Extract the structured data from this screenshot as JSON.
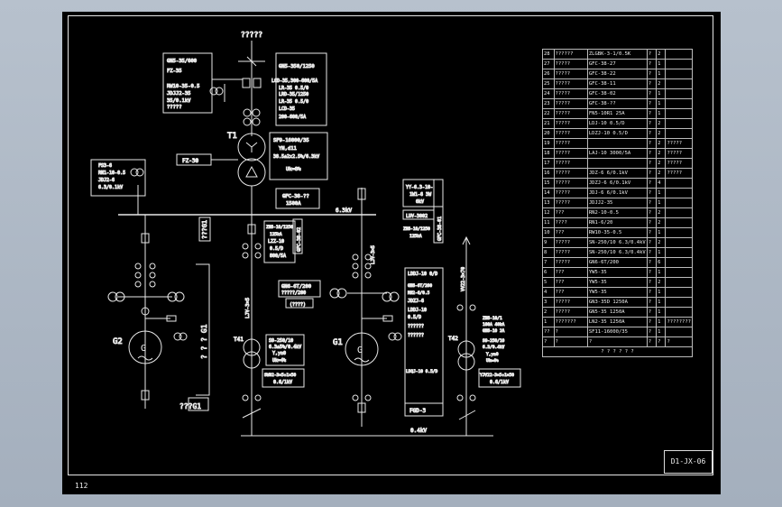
{
  "drawing_code": "D1-JX-06",
  "page_number": "112",
  "top_label": "?????",
  "labels": {
    "gn5_box": [
      "GN5-35/600",
      "FZ-35",
      "RW10-35-0.5",
      "JDJJ2-35",
      "35/0.1kV",
      "?????"
    ],
    "hv_right": [
      "GN5-350/1250",
      "LCD-35,300-600/5A",
      "LR-35  0.5/0",
      "LRD-35/1250",
      "LR-35  0.5/0",
      "LCD-35",
      "200-600/5A"
    ],
    "t1": "T1",
    "t1_spec": [
      "SF9-16000/35",
      "YN,d11",
      "38.5±2x2.5%/6.3kV",
      "Uk=8%"
    ],
    "fz30": "FZ-30",
    "gfc_tag": [
      "GFC-38-??",
      "1500A"
    ],
    "bus_label": "6.3kV",
    "left_eq": [
      "FS3-6",
      "RN1-10-0.5",
      "JDJ2-6",
      "6.3/0.1kV"
    ],
    "lz_stack": [
      "ZN6-10/1250",
      "125kA",
      "LZZ-10",
      "0.5/D",
      "800/5A"
    ],
    "mid_tag": "GFC-38-02",
    "g1_bracket": "???G1",
    "g1_left": "? ? ? G1",
    "g1_bottom": "???G1",
    "g2": "G2",
    "g1": "G1",
    "cable1": "LJV-3×5",
    "right_box": [
      "YY-6.3-10-",
      "1W1-6 3W",
      "6kV"
    ],
    "luv": "LUV-3002",
    "right_breaker": [
      "ZN6-10/1250",
      "125kA"
    ],
    "gfc_vert": "GFC-38-01",
    "gn6_box": [
      "GN6-6T/200",
      "?????/200"
    ],
    "gn6_sub": "(????)",
    "t41": "T41",
    "t41_spec": [
      "S9-250/10",
      "6.3±5%/0.4kV",
      "Y,yn0",
      "Uk=4%"
    ],
    "t41_bottom": [
      "SW02-3×5+1×50",
      "0.6/1kV"
    ],
    "mid_panel": [
      "LDDJ-10  0/D",
      "GN6-6T/200",
      "RN2-6/0.5",
      "JDZJ-6",
      "LDDJ-10",
      "0.5/D",
      "??????",
      "??????",
      "LDQJ-10  0.5/D"
    ],
    "fgd": "FGD-3",
    "v04": "0.4kV",
    "t42": "T42",
    "t42_spec": [
      "ZN6-10/1",
      "100A 40kA",
      "GN6-10 2A",
      "S9-250/10",
      "6.3/0.4kV",
      "Y,yn0",
      "Uk=4%"
    ],
    "t42_bottom": [
      "YJV22-3×5+1×50",
      "0.6/1kV"
    ],
    "t42_cable": "VV22-3×70",
    "bottom_tag": "LJV-3×5"
  },
  "table_rows": [
    [
      "28",
      "??????",
      "ZLGBK-3-1/0.5K",
      "?",
      "2",
      ""
    ],
    [
      "27",
      "?????",
      "GFC-38-27",
      "?",
      "1",
      ""
    ],
    [
      "26",
      "?????",
      "GFC-38-22",
      "?",
      "1",
      ""
    ],
    [
      "25",
      "?????",
      "GFC-38-11",
      "?",
      "2",
      ""
    ],
    [
      "24",
      "?????",
      "GFC-38-02",
      "?",
      "1",
      ""
    ],
    [
      "23",
      "?????",
      "GFC-38-??",
      "?",
      "1",
      ""
    ],
    [
      "22",
      "?????",
      "FN5-10R1  25A",
      "?",
      "1",
      ""
    ],
    [
      "21",
      "?????",
      "LDJ-10  0.5/D",
      "?",
      "2",
      ""
    ],
    [
      "20",
      "?????",
      "LDZJ-10  0.5/D",
      "?",
      "2",
      ""
    ],
    [
      "19",
      "?????",
      "",
      "?",
      "2",
      "?????"
    ],
    [
      "18",
      "?????",
      "LAJ-10  3000/5A",
      "?",
      "2",
      "?????"
    ],
    [
      "17",
      "?????",
      "",
      "?",
      "2",
      "?????"
    ],
    [
      "16",
      "?????",
      "JDZ-6  6/0.1kV",
      "?",
      "2",
      "?????"
    ],
    [
      "15",
      "?????",
      "JDZJ-6  6/0.1kV",
      "?",
      "4",
      ""
    ],
    [
      "14",
      "?????",
      "JDJ-6  6/0.1kV",
      "?",
      "1",
      ""
    ],
    [
      "13",
      "?????",
      "JDJJ2-35",
      "?",
      "1",
      ""
    ],
    [
      "12",
      "???",
      "RN2-10-0.5",
      "?",
      "2",
      ""
    ],
    [
      "11",
      "????",
      "RN1-6/20",
      "?",
      "2",
      ""
    ],
    [
      "10",
      "???",
      "RW10-35-0.5",
      "?",
      "1",
      ""
    ],
    [
      "9",
      "?????",
      "SN-250/10  6.3/0.4kV",
      "?",
      "2",
      ""
    ],
    [
      "8",
      "?????",
      "SN-250/10  6.3/0.4kV",
      "?",
      "1",
      ""
    ],
    [
      "7",
      "?????",
      "GN6-6T/200",
      "?",
      "6",
      ""
    ],
    [
      "6",
      "???",
      "YW5-35",
      "?",
      "1",
      ""
    ],
    [
      "5",
      "???",
      "YW5-35",
      "?",
      "2",
      ""
    ],
    [
      "4",
      "???",
      "YW5-35",
      "?",
      "1",
      ""
    ],
    [
      "3",
      "?????",
      "GN3-35D  1250A",
      "?",
      "1",
      ""
    ],
    [
      "2",
      "?????",
      "GN5-35  1250A",
      "?",
      "1",
      ""
    ],
    [
      "1",
      "???????",
      "LN2-35  1250A",
      "?",
      "1",
      "????????"
    ],
    [
      "??",
      "?",
      "SF11-16000/35",
      "?",
      "1",
      ""
    ],
    [
      "?",
      "?",
      "?",
      "?",
      "?",
      "?"
    ]
  ],
  "table_footer": "?   ?   ?   ?   ?   ?"
}
